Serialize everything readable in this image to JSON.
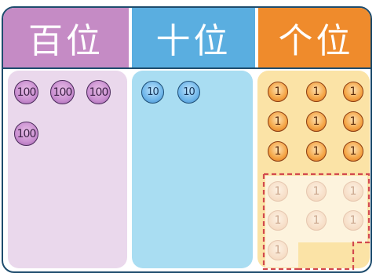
{
  "headers": [
    {
      "label": "百位",
      "color": "#c58bc5"
    },
    {
      "label": "十位",
      "color": "#5aaee0"
    },
    {
      "label": "个位",
      "color": "#ef8b2c"
    }
  ],
  "columns": {
    "hundreds": {
      "bg": "#ead8ec",
      "coins": [
        "100",
        "100",
        "100",
        "100"
      ]
    },
    "tens": {
      "bg": "#a9ddf2",
      "coins": [
        "10",
        "10"
      ]
    },
    "ones": {
      "bg": "#fbe3a6",
      "coins": [
        "1",
        "1",
        "1",
        "1",
        "1",
        "1",
        "1",
        "1",
        "1"
      ],
      "faded_coins": [
        "1",
        "1",
        "1",
        "1",
        "1",
        "1",
        "1"
      ]
    }
  },
  "border_color": "#1e4c6d",
  "dash_color": "#d2484e"
}
